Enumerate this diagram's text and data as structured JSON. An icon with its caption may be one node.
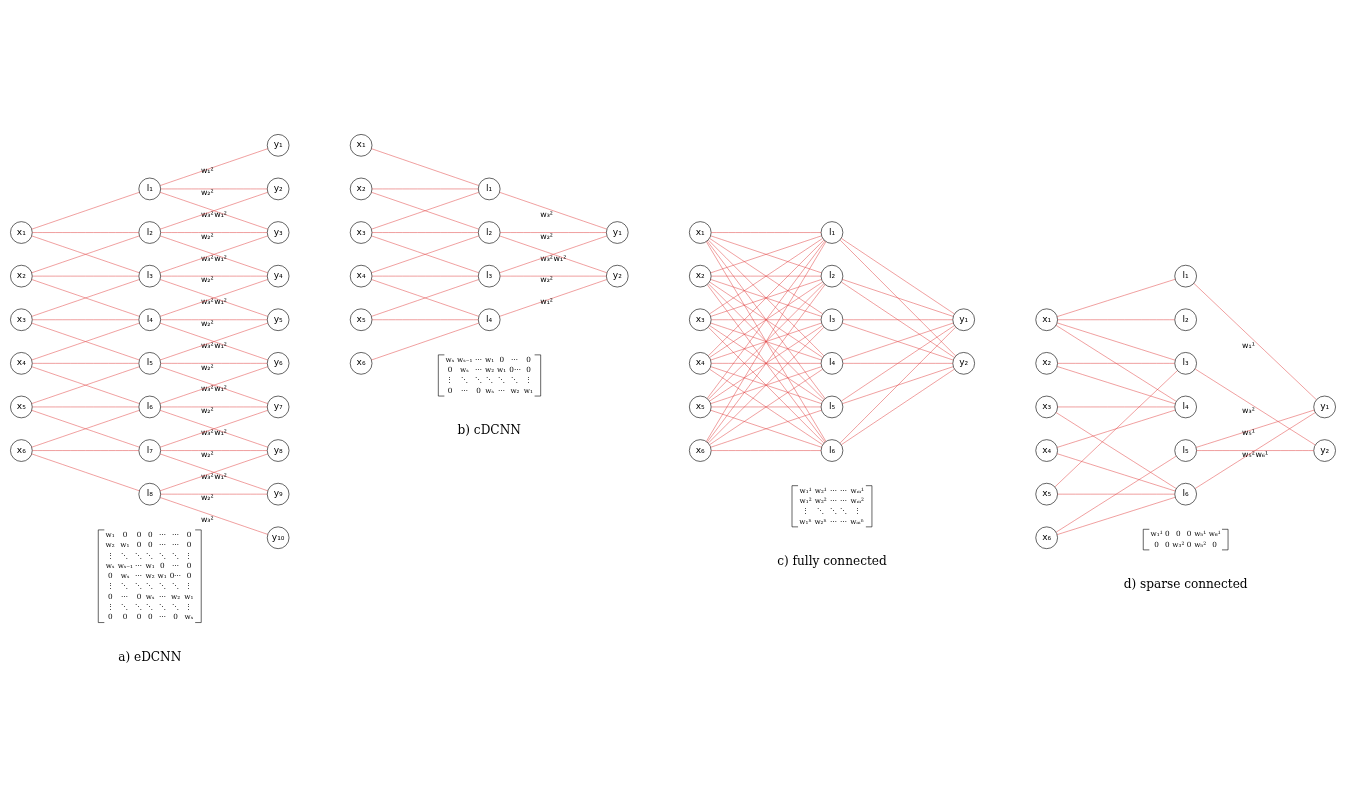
{
  "diagram": {
    "nodes": [
      {
        "text": [
          "x₁"
        ]
      },
      {
        "text": [
          "x₂"
        ]
      },
      {
        "text": [
          "x₃"
        ]
      },
      {
        "text": [
          "x₄"
        ]
      },
      {
        "text": [
          "x₅"
        ]
      },
      {
        "text": [
          "x₆"
        ]
      },
      {
        "text": [
          "l₁"
        ]
      },
      {
        "text": [
          "l₂"
        ]
      },
      {
        "text": [
          "l₃"
        ]
      },
      {
        "text": [
          "l₄"
        ]
      },
      {
        "text": [
          "l₅"
        ]
      },
      {
        "text": [
          "l₆"
        ]
      },
      {
        "text": [
          "l₇"
        ]
      },
      {
        "text": [
          "l₈"
        ]
      },
      {
        "text": [
          "y₁"
        ]
      },
      {
        "text": [
          "y₂"
        ]
      },
      {
        "text": [
          "y₃"
        ]
      },
      {
        "text": [
          "y₄"
        ]
      },
      {
        "text": [
          "y₅"
        ]
      },
      {
        "text": [
          "y₆"
        ]
      },
      {
        "text": [
          "y₇"
        ]
      },
      {
        "text": [
          "y₈"
        ]
      },
      {
        "text": [
          "y₉"
        ]
      },
      {
        "text": [
          "y₁₀"
        ]
      },
      {
        "text": [
          "x₁"
        ]
      },
      {
        "text": [
          "x₂"
        ]
      },
      {
        "text": [
          "x₃"
        ]
      },
      {
        "text": [
          "x₄"
        ]
      },
      {
        "text": [
          "x₅"
        ]
      },
      {
        "text": [
          "x₆"
        ]
      },
      {
        "text": [
          "l₁"
        ]
      },
      {
        "text": [
          "l₂"
        ]
      },
      {
        "text": [
          "l₃"
        ]
      },
      {
        "text": [
          "l₄"
        ]
      },
      {
        "text": [
          "y₁"
        ]
      },
      {
        "text": [
          "y₂"
        ]
      },
      {
        "text": [
          "x₁"
        ]
      },
      {
        "text": [
          "x₂"
        ]
      },
      {
        "text": [
          "x₃"
        ]
      },
      {
        "text": [
          "x₄"
        ]
      },
      {
        "text": [
          "x₅"
        ]
      },
      {
        "text": [
          "x₆"
        ]
      },
      {
        "text": [
          "l₁"
        ]
      },
      {
        "text": [
          "l₂"
        ]
      },
      {
        "text": [
          "l₃"
        ]
      },
      {
        "text": [
          "l₄"
        ]
      },
      {
        "text": [
          "l₅"
        ]
      },
      {
        "text": [
          "l₆"
        ]
      },
      {
        "text": [
          "y₁"
        ]
      },
      {
        "text": [
          "y₂"
        ]
      },
      {
        "text": [
          "x₁"
        ]
      },
      {
        "text": [
          "x₂"
        ]
      },
      {
        "text": [
          "x₃"
        ]
      },
      {
        "text": [
          "x₄"
        ]
      },
      {
        "text": [
          "x₅"
        ]
      },
      {
        "text": [
          "x₆"
        ]
      },
      {
        "text": [
          "l₁"
        ]
      },
      {
        "text": [
          "l₂"
        ]
      },
      {
        "text": [
          "l₃"
        ]
      },
      {
        "text": [
          "l₄"
        ]
      },
      {
        "text": [
          "l₅"
        ]
      },
      {
        "text": [
          "l₆"
        ]
      },
      {
        "text": [
          "y₁"
        ]
      },
      {
        "text": [
          "y₂"
        ]
      }
    ],
    "edges": [
      {
        "from": 0,
        "to": 6,
        "arrow": "none"
      },
      {
        "from": 0,
        "to": 7,
        "arrow": "none"
      },
      {
        "from": 0,
        "to": 8,
        "arrow": "none"
      },
      {
        "from": 1,
        "to": 7,
        "arrow": "none"
      },
      {
        "from": 1,
        "to": 8,
        "arrow": "none"
      },
      {
        "from": 1,
        "to": 9,
        "arrow": "none"
      },
      {
        "from": 2,
        "to": 8,
        "arrow": "none"
      },
      {
        "from": 2,
        "to": 9,
        "arrow": "none"
      },
      {
        "from": 2,
        "to": 10,
        "arrow": "none"
      },
      {
        "from": 3,
        "to": 9,
        "arrow": "none"
      },
      {
        "from": 3,
        "to": 10,
        "arrow": "none"
      },
      {
        "from": 3,
        "to": 11,
        "arrow": "none"
      },
      {
        "from": 4,
        "to": 10,
        "arrow": "none"
      },
      {
        "from": 4,
        "to": 11,
        "arrow": "none"
      },
      {
        "from": 4,
        "to": 12,
        "arrow": "none"
      },
      {
        "from": 5,
        "to": 11,
        "arrow": "none"
      },
      {
        "from": 5,
        "to": 12,
        "arrow": "none"
      },
      {
        "from": 5,
        "to": 13,
        "arrow": "none"
      },
      {
        "from": 6,
        "to": 14,
        "arrow": "none",
        "label": "w₁²"
      },
      {
        "from": 6,
        "to": 15,
        "arrow": "none",
        "label": "w₂²"
      },
      {
        "from": 6,
        "to": 16,
        "arrow": "none",
        "label": "w₃²"
      },
      {
        "from": 7,
        "to": 15,
        "arrow": "none",
        "label": "w₁²"
      },
      {
        "from": 7,
        "to": 16,
        "arrow": "none",
        "label": "w₂²"
      },
      {
        "from": 7,
        "to": 17,
        "arrow": "none",
        "label": "w₃²"
      },
      {
        "from": 8,
        "to": 16,
        "arrow": "none",
        "label": "w₁²"
      },
      {
        "from": 8,
        "to": 17,
        "arrow": "none",
        "label": "w₂²"
      },
      {
        "from": 8,
        "to": 18,
        "arrow": "none",
        "label": "w₃²"
      },
      {
        "from": 9,
        "to": 17,
        "arrow": "none",
        "label": "w₁²"
      },
      {
        "from": 9,
        "to": 18,
        "arrow": "none",
        "label": "w₂²"
      },
      {
        "from": 9,
        "to": 19,
        "arrow": "none",
        "label": "w₃²"
      },
      {
        "from": 10,
        "to": 18,
        "arrow": "none",
        "label": "w₁²"
      },
      {
        "from": 10,
        "to": 19,
        "arrow": "none",
        "label": "w₂²"
      },
      {
        "from": 10,
        "to": 20,
        "arrow": "none",
        "label": "w₃²"
      },
      {
        "from": 11,
        "to": 19,
        "arrow": "none",
        "label": "w₁²"
      },
      {
        "from": 11,
        "to": 20,
        "arrow": "none",
        "label": "w₂²"
      },
      {
        "from": 11,
        "to": 21,
        "arrow": "none",
        "label": "w₃²"
      },
      {
        "from": 12,
        "to": 20,
        "arrow": "none",
        "label": "w₁²"
      },
      {
        "from": 12,
        "to": 21,
        "arrow": "none",
        "label": "w₂²"
      },
      {
        "from": 12,
        "to": 22,
        "arrow": "none",
        "label": "w₃²"
      },
      {
        "from": 13,
        "to": 21,
        "arrow": "none",
        "label": "w₁²"
      },
      {
        "from": 13,
        "to": 22,
        "arrow": "none",
        "label": "w₂²"
      },
      {
        "from": 13,
        "to": 23,
        "arrow": "none",
        "label": "w₃²"
      },
      {
        "from": 24,
        "to": 30,
        "arrow": "none"
      },
      {
        "from": 25,
        "to": 30,
        "arrow": "none"
      },
      {
        "from": 25,
        "to": 31,
        "arrow": "none"
      },
      {
        "from": 26,
        "to": 30,
        "arrow": "none"
      },
      {
        "from": 26,
        "to": 31,
        "arrow": "none"
      },
      {
        "from": 26,
        "to": 32,
        "arrow": "none"
      },
      {
        "from": 27,
        "to": 31,
        "arrow": "none"
      },
      {
        "from": 27,
        "to": 32,
        "arrow": "none"
      },
      {
        "from": 27,
        "to": 33,
        "arrow": "none"
      },
      {
        "from": 28,
        "to": 32,
        "arrow": "none"
      },
      {
        "from": 28,
        "to": 33,
        "arrow": "none"
      },
      {
        "from": 29,
        "to": 33,
        "arrow": "none"
      },
      {
        "from": 30,
        "to": 34,
        "arrow": "none",
        "label": "w₃²"
      },
      {
        "from": 31,
        "to": 34,
        "arrow": "none",
        "label": "w₂²"
      },
      {
        "from": 31,
        "to": 35,
        "arrow": "none",
        "label": "w₃²"
      },
      {
        "from": 32,
        "to": 34,
        "arrow": "none",
        "label": "w₁²"
      },
      {
        "from": 32,
        "to": 35,
        "arrow": "none",
        "label": "w₂²"
      },
      {
        "from": 33,
        "to": 35,
        "arrow": "none",
        "label": "w₁²"
      },
      {
        "from": 36,
        "to": 42,
        "arrow": "none"
      },
      {
        "from": 36,
        "to": 43,
        "arrow": "none"
      },
      {
        "from": 36,
        "to": 44,
        "arrow": "none"
      },
      {
        "from": 36,
        "to": 45,
        "arrow": "none"
      },
      {
        "from": 36,
        "to": 46,
        "arrow": "none"
      },
      {
        "from": 36,
        "to": 47,
        "arrow": "none"
      },
      {
        "from": 37,
        "to": 42,
        "arrow": "none"
      },
      {
        "from": 37,
        "to": 43,
        "arrow": "none"
      },
      {
        "from": 37,
        "to": 44,
        "arrow": "none"
      },
      {
        "from": 37,
        "to": 45,
        "arrow": "none"
      },
      {
        "from": 37,
        "to": 46,
        "arrow": "none"
      },
      {
        "from": 37,
        "to": 47,
        "arrow": "none"
      },
      {
        "from": 38,
        "to": 42,
        "arrow": "none"
      },
      {
        "from": 38,
        "to": 43,
        "arrow": "none"
      },
      {
        "from": 38,
        "to": 44,
        "arrow": "none"
      },
      {
        "from": 38,
        "to": 45,
        "arrow": "none"
      },
      {
        "from": 38,
        "to": 46,
        "arrow": "none"
      },
      {
        "from": 38,
        "to": 47,
        "arrow": "none"
      },
      {
        "from": 39,
        "to": 42,
        "arrow": "none"
      },
      {
        "from": 39,
        "to": 43,
        "arrow": "none"
      },
      {
        "from": 39,
        "to": 44,
        "arrow": "none"
      },
      {
        "from": 39,
        "to": 45,
        "arrow": "none"
      },
      {
        "from": 39,
        "to": 46,
        "arrow": "none"
      },
      {
        "from": 39,
        "to": 47,
        "arrow": "none"
      },
      {
        "from": 40,
        "to": 42,
        "arrow": "none"
      },
      {
        "from": 40,
        "to": 43,
        "arrow": "none"
      },
      {
        "from": 40,
        "to": 44,
        "arrow": "none"
      },
      {
        "from": 40,
        "to": 45,
        "arrow": "none"
      },
      {
        "from": 40,
        "to": 46,
        "arrow": "none"
      },
      {
        "from": 40,
        "to": 47,
        "arrow": "none"
      },
      {
        "from": 41,
        "to": 42,
        "arrow": "none"
      },
      {
        "from": 41,
        "to": 43,
        "arrow": "none"
      },
      {
        "from": 41,
        "to": 44,
        "arrow": "none"
      },
      {
        "from": 41,
        "to": 45,
        "arrow": "none"
      },
      {
        "from": 41,
        "to": 46,
        "arrow": "none"
      },
      {
        "from": 41,
        "to": 47,
        "arrow": "none"
      },
      {
        "from": 42,
        "to": 48,
        "arrow": "none"
      },
      {
        "from": 42,
        "to": 49,
        "arrow": "none"
      },
      {
        "from": 43,
        "to": 48,
        "arrow": "none"
      },
      {
        "from": 43,
        "to": 49,
        "arrow": "none"
      },
      {
        "from": 44,
        "to": 48,
        "arrow": "none"
      },
      {
        "from": 44,
        "to": 49,
        "arrow": "none"
      },
      {
        "from": 45,
        "to": 48,
        "arrow": "none"
      },
      {
        "from": 45,
        "to": 49,
        "arrow": "none"
      },
      {
        "from": 46,
        "to": 48,
        "arrow": "none"
      },
      {
        "from": 46,
        "to": 49,
        "arrow": "none"
      },
      {
        "from": 47,
        "to": 48,
        "arrow": "none"
      },
      {
        "from": 47,
        "to": 49,
        "arrow": "none"
      },
      {
        "from": 50,
        "to": 56,
        "arrow": "none"
      },
      {
        "from": 50,
        "to": 57,
        "arrow": "none"
      },
      {
        "from": 50,
        "to": 58,
        "arrow": "none"
      },
      {
        "from": 50,
        "to": 59,
        "arrow": "none"
      },
      {
        "from": 51,
        "to": 58,
        "arrow": "none"
      },
      {
        "from": 51,
        "to": 59,
        "arrow": "none"
      },
      {
        "from": 52,
        "to": 59,
        "arrow": "none"
      },
      {
        "from": 52,
        "to": 61,
        "arrow": "none"
      },
      {
        "from": 53,
        "to": 59,
        "arrow": "none"
      },
      {
        "from": 53,
        "to": 61,
        "arrow": "none"
      },
      {
        "from": 54,
        "to": 58,
        "arrow": "none"
      },
      {
        "from": 54,
        "to": 61,
        "arrow": "none"
      },
      {
        "from": 55,
        "to": 60,
        "arrow": "none"
      },
      {
        "from": 55,
        "to": 61,
        "arrow": "none"
      },
      {
        "from": 56,
        "to": 62,
        "arrow": "none",
        "label": "w₁¹"
      },
      {
        "from": 58,
        "to": 63,
        "arrow": "none",
        "label": "w₃²"
      },
      {
        "from": 60,
        "to": 62,
        "arrow": "none",
        "label": "w₅¹"
      },
      {
        "from": 60,
        "to": 63,
        "arrow": "none",
        "label": "w₅²"
      },
      {
        "from": 61,
        "to": 62,
        "arrow": "none",
        "label": "w₆¹"
      }
    ],
    "labels": [
      "w₁",
      "0",
      "0",
      "0",
      "⋯",
      "⋯",
      "0",
      "w₂",
      "w₁",
      "0",
      "0",
      "⋯",
      "⋯",
      "0",
      "⋮",
      "⋱",
      "⋱",
      "⋱",
      "⋱",
      "⋱",
      "⋮",
      "wₛ",
      "wₛ₋₁",
      "⋯",
      "w₁",
      "0",
      "⋯",
      "0",
      "0",
      "wₛ",
      "⋯",
      "w₂",
      "w₁",
      "0⋯",
      "0",
      "⋮",
      "⋱",
      "⋱",
      "⋱",
      "⋱",
      "⋱",
      "⋮",
      "0",
      "⋯",
      "0",
      "wₛ",
      "⋯",
      "w₂",
      "w₁",
      "⋮",
      "⋱",
      "⋱",
      "⋱",
      "⋱",
      "⋱",
      "⋮",
      "0",
      "0",
      "0",
      "0",
      "⋯",
      "0",
      "wₛ",
      "wₛ",
      "wₛ₋₁",
      "⋯",
      "w₁",
      "0",
      "⋯",
      "0",
      "0",
      "wₛ",
      "⋯",
      "w₂",
      "w₁",
      "0⋯",
      "0",
      "⋮",
      "⋱",
      "⋱",
      "⋱",
      "⋱",
      "⋱",
      "⋮",
      "0",
      "⋯",
      "0",
      "wₛ",
      "⋯",
      "w₂",
      "w₁",
      "w₁¹",
      "w₂¹",
      "⋯",
      "⋯",
      "wₘ¹",
      "w₁²",
      "w₂²",
      "⋯",
      "⋯",
      "wₘ²",
      "⋮",
      "⋱",
      "⋱",
      "⋱",
      "⋮",
      "w₁ⁿ",
      "w₂ⁿ",
      "⋯",
      "⋯",
      "wₘⁿ",
      "w₁¹",
      "0",
      "0",
      "0",
      "w₅¹",
      "w₆¹",
      "0",
      "0",
      "w₃²",
      "0",
      "w₅²",
      "0",
      "a) eDCNN",
      "b) cDCNN",
      "c) fully connected",
      "d) sparse connected"
    ]
  }
}
